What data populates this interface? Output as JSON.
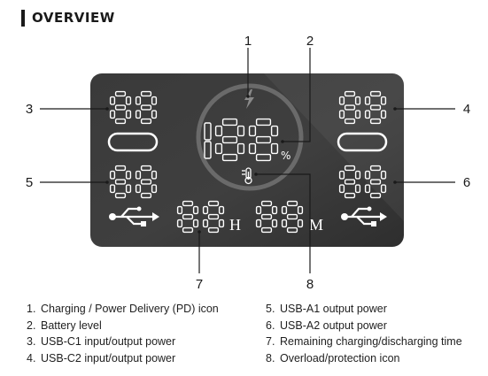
{
  "heading": "OVERVIEW",
  "callouts": [
    "1",
    "2",
    "3",
    "4",
    "5",
    "6",
    "7",
    "8"
  ],
  "display": {
    "percent_symbol": "%",
    "hours_symbol": "H",
    "minutes_symbol": "M",
    "segment_digit": "8",
    "segment_on_color": "#ffffff",
    "segment_off_color": "#4a4a4a",
    "panel_color": "#3b3b3b"
  },
  "legend": {
    "left": [
      {
        "num": "1.",
        "text": "Charging / Power Delivery (PD) icon"
      },
      {
        "num": "2.",
        "text": "Battery level"
      },
      {
        "num": "3.",
        "text": "USB-C1 input/output power"
      },
      {
        "num": "4.",
        "text": "USB-C2 input/output power"
      }
    ],
    "right": [
      {
        "num": "5.",
        "text": "USB-A1 output power"
      },
      {
        "num": "6.",
        "text": "USB-A2 output power"
      },
      {
        "num": "7.",
        "text": "Remaining charging/discharging time"
      },
      {
        "num": "8.",
        "text": "Overload/protection icon"
      }
    ]
  },
  "icons": [
    "lightning-icon",
    "thermometer-icon",
    "usb-c-port-icon",
    "usb-a-symbol-icon"
  ]
}
